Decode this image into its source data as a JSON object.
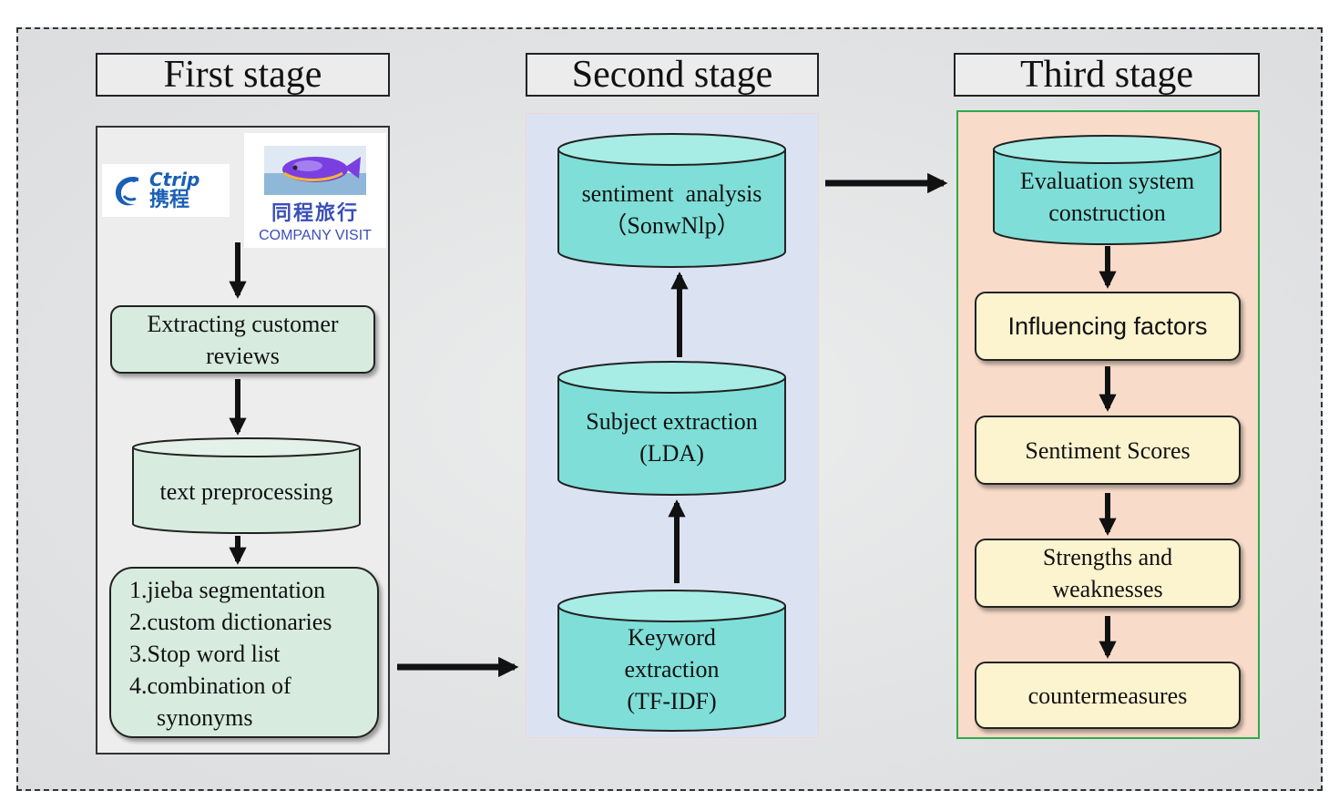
{
  "stages": {
    "first": "First stage",
    "second": "Second stage",
    "third": "Third stage"
  },
  "logos": {
    "ctrip_en": "Ctrip",
    "ctrip_cn": "携程",
    "ly_cn": "同程旅行",
    "ly_en": "COMPANY VISIT"
  },
  "stage1": {
    "extract_line1": "Extracting customer",
    "extract_line2": "reviews",
    "preprocess": "text preprocessing",
    "steps": [
      "1.jieba segmentation",
      "2.custom dictionaries",
      "3.Stop word list",
      "4.combination of",
      "synonyms"
    ]
  },
  "stage2": {
    "sentiment_line1": "sentiment  analysis",
    "sentiment_line2": "（SonwNlp）",
    "subject_line1": "Subject extraction",
    "subject_line2": "(LDA)",
    "keyword_line1": "Keyword",
    "keyword_line2": "extraction",
    "keyword_line3": "(TF-IDF)"
  },
  "stage3": {
    "eval_line1": "Evaluation system",
    "eval_line2": "construction",
    "influencing": "Influencing factors",
    "sentiment_scores": "Sentiment Scores",
    "strengths_line1": "Strengths and",
    "strengths_line2": "weaknesses",
    "countermeasures": "countermeasures"
  },
  "colors": {
    "cylinder_fill": "#7fded8",
    "cylinder_top": "#a8ece6",
    "green_box": "#d7ebdf",
    "yellow_box": "#fcf3cf",
    "stage3_bg": "#f8dcc9",
    "stage2_bg": "#dbe3f3",
    "stage3_border": "#2faa4a"
  }
}
